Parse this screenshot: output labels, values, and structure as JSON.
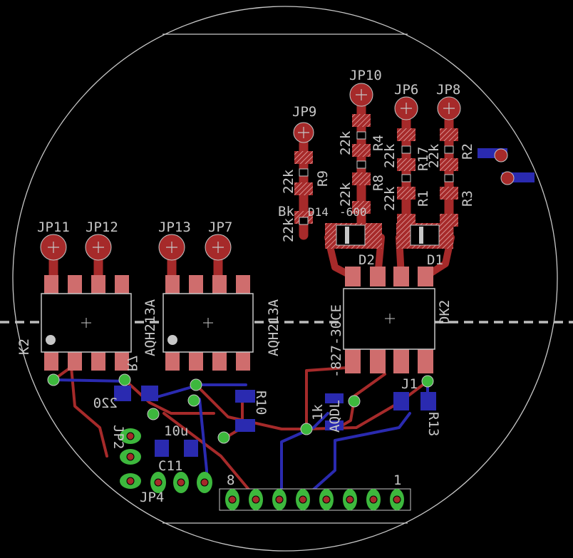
{
  "colors": {
    "background": "#000000",
    "outline": "#c8c8c8",
    "top_copper": "#a62a2a",
    "bottom_copper": "#2a2ab0",
    "silk": "#c7c7c7",
    "pad": "#cf6d6d",
    "via": "#3db83d"
  },
  "labels": {
    "jp11": "JP11",
    "jp12": "JP12",
    "jp13": "JP13",
    "jp7": "JP7",
    "jp9": "JP9",
    "jp10": "JP10",
    "jp6": "JP6",
    "jp8": "JP8",
    "r2": "R2",
    "r3": "R3",
    "r4": "R4",
    "r8": "R8",
    "r9": "R9",
    "r17": "R17",
    "r1": "R1",
    "d1": "D1",
    "d2": "D2",
    "v_22k": "22k",
    "dk2": "DK2",
    "k2": "K2",
    "chip_a": "AQH213A",
    "chip_b": "AQH213A",
    "chip_c": "-827-30CE",
    "j1": "J1",
    "r_1k": "1k",
    "r7": "R7",
    "r_220": "220",
    "jp2": "JP2",
    "jp4": "JP4",
    "c_10u": "10u",
    "c11": "C11",
    "r10": "R10",
    "q_part": "AQDL",
    "r13": "R13",
    "header_num_8": "8",
    "header_num_1": "1",
    "frag_l1": "D14",
    "frag_l2": "-600",
    "frag_b1": "Bk"
  }
}
